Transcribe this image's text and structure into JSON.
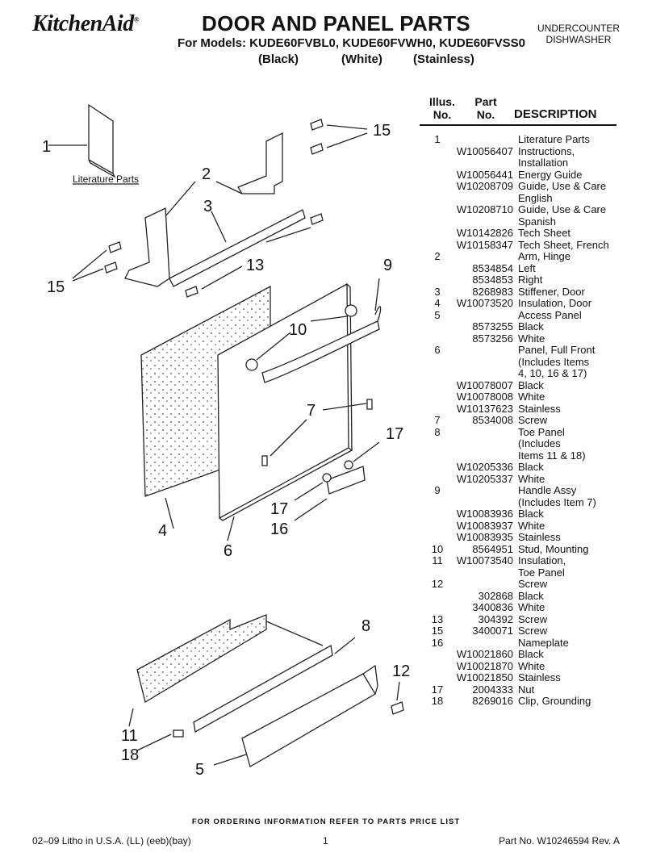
{
  "header": {
    "brand": "KitchenAid",
    "brand_mark": "®",
    "title": "DOOR AND PANEL PARTS",
    "models": "For Models: KUDE60FVBL0, KUDE60FVWH0, KUDE60FVSS0",
    "colors": [
      "(Black)",
      "(White)",
      "(Stainless)"
    ],
    "product_line1": "UNDERCOUNTER",
    "product_line2": "DISHWASHER"
  },
  "diagram": {
    "literature_label": "Literature Parts",
    "callouts": [
      "1",
      "2",
      "3",
      "15",
      "15",
      "13",
      "9",
      "10",
      "7",
      "17",
      "17",
      "16",
      "4",
      "6",
      "8",
      "12",
      "11",
      "18",
      "5"
    ]
  },
  "table": {
    "headers": {
      "illus_1": "Illus.",
      "illus_2": "No.",
      "part_1": "Part",
      "part_2": "No.",
      "description": "DESCRIPTION"
    },
    "rows": [
      [
        "1",
        "",
        "Literature Parts"
      ],
      [
        "",
        "W10056407",
        "Instructions,"
      ],
      [
        "",
        "",
        "Installation"
      ],
      [
        "",
        "W10056441",
        "Energy Guide"
      ],
      [
        "",
        "W10208709",
        "Guide, Use & Care"
      ],
      [
        "",
        "",
        "English"
      ],
      [
        "",
        "W10208710",
        "Guide, Use & Care"
      ],
      [
        "",
        "",
        "Spanish"
      ],
      [
        "",
        "W10142826",
        "Tech Sheet"
      ],
      [
        "",
        "W10158347",
        "Tech Sheet, French"
      ],
      [
        "2",
        "",
        "Arm, Hinge"
      ],
      [
        "",
        "8534854",
        "Left"
      ],
      [
        "",
        "8534853",
        "Right"
      ],
      [
        "3",
        "8268983",
        "Stiffener, Door"
      ],
      [
        "4",
        "W10073520",
        "Insulation, Door"
      ],
      [
        "5",
        "",
        "Access Panel"
      ],
      [
        "",
        "8573255",
        "Black"
      ],
      [
        "",
        "8573256",
        "White"
      ],
      [
        "6",
        "",
        "Panel, Full Front"
      ],
      [
        "",
        "",
        "(Includes Items"
      ],
      [
        "",
        "",
        "4, 10, 16 & 17)"
      ],
      [
        "",
        "W10078007",
        "Black"
      ],
      [
        "",
        "W10078008",
        "White"
      ],
      [
        "",
        "W10137623",
        "Stainless"
      ],
      [
        "7",
        "8534008",
        "Screw"
      ],
      [
        "8",
        "",
        "Toe Panel"
      ],
      [
        "",
        "",
        "(Includes"
      ],
      [
        "",
        "",
        "Items 11 & 18)"
      ],
      [
        "",
        "W10205336",
        "Black"
      ],
      [
        "",
        "W10205337",
        "White"
      ],
      [
        "9",
        "",
        "Handle Assy"
      ],
      [
        "",
        "",
        "(Includes Item 7)"
      ],
      [
        "",
        "W10083936",
        "Black"
      ],
      [
        "",
        "W10083937",
        "White"
      ],
      [
        "",
        "W10083935",
        "Stainless"
      ],
      [
        "10",
        "8564951",
        "Stud, Mounting"
      ],
      [
        "11",
        "W10073540",
        "Insulation,"
      ],
      [
        "",
        "",
        "Toe Panel"
      ],
      [
        "12",
        "",
        "Screw"
      ],
      [
        "",
        "302868",
        "Black"
      ],
      [
        "",
        "3400836",
        "White"
      ],
      [
        "13",
        "304392",
        "Screw"
      ],
      [
        "15",
        "3400071",
        "Screw"
      ],
      [
        "16",
        "",
        "Nameplate"
      ],
      [
        "",
        "W10021860",
        "Black"
      ],
      [
        "",
        "W10021870",
        "White"
      ],
      [
        "",
        "W10021850",
        "Stainless"
      ],
      [
        "17",
        "2004333",
        "Nut"
      ],
      [
        "18",
        "8269016",
        "Clip, Grounding"
      ]
    ]
  },
  "footer": {
    "order_note": "FOR ORDERING INFORMATION REFER TO PARTS PRICE LIST",
    "litho": "02–09 Litho in U.S.A. (LL) (eeb)(bay)",
    "page": "1",
    "part_no": "Part No. W10246594 Rev. A"
  }
}
